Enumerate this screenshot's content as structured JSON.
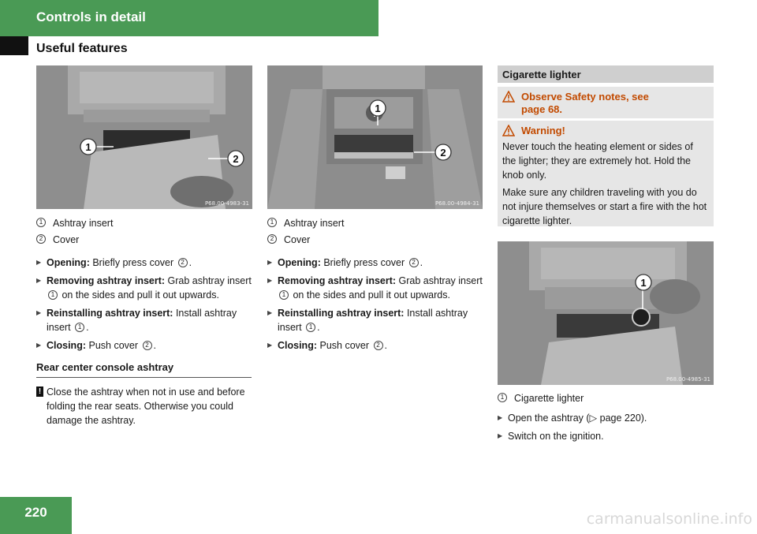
{
  "header": {
    "title": "Controls in detail",
    "section": "Useful features"
  },
  "footer": {
    "page_number": "220",
    "watermark": "carmanualsonline.info"
  },
  "photos": [
    {
      "code": "P68.00-4983-31",
      "callouts": [
        "1",
        "2"
      ]
    },
    {
      "code": "P68.00-4984-31",
      "callouts": [
        "1",
        "2"
      ]
    },
    {
      "code": "P68.00-4985-31",
      "callouts": [
        "1"
      ]
    }
  ],
  "col1": {
    "legend": [
      {
        "num": "1",
        "label": "Ashtray insert"
      },
      {
        "num": "2",
        "label": "Cover"
      }
    ],
    "steps": {
      "open_label": "Opening:",
      "open_text": "Briefly press cover",
      "open_num": "2",
      "remove_label": "Removing ashtray insert:",
      "remove_text_a": "Grab ashtray insert",
      "remove_num": "1",
      "remove_text_b": "on the sides and pull it out upwards.",
      "reinstall_label": "Reinstalling ashtray insert:",
      "reinstall_text": "Install ashtray insert",
      "reinstall_num": "1",
      "close_label": "Closing:",
      "close_text": "Push cover",
      "close_num": "2"
    },
    "subhead": "Rear center console ashtray",
    "notice_icon": "!",
    "notice": "Close the ashtray when not in use and before folding the rear seats. Otherwise you could damage the ashtray."
  },
  "col2": {
    "legend": [
      {
        "num": "1",
        "label": "Ashtray insert"
      },
      {
        "num": "2",
        "label": "Cover"
      }
    ],
    "steps": {
      "open_label": "Opening:",
      "open_text": "Briefly press cover",
      "open_num": "2",
      "remove_label": "Removing ashtray insert:",
      "remove_text_a": "Grab ashtray insert",
      "remove_num": "1",
      "remove_text_b": "on the sides and pull it out upwards.",
      "reinstall_label": "Reinstalling ashtray insert:",
      "reinstall_text": "Install ashtray insert",
      "reinstall_num": "1",
      "close_label": "Closing:",
      "close_text": "Push cover",
      "close_num": "2"
    }
  },
  "col3": {
    "box_head": "Cigarette lighter",
    "safety_line1": "Observe Safety notes, see",
    "safety_line2": "page 68.",
    "warning_title": "Warning!",
    "warning_p1": "Never touch the heating element or sides of the lighter; they are extremely hot. Hold the knob only.",
    "warning_p2": "Make sure any children traveling with you do not injure themselves or start a fire with the hot cigarette lighter.",
    "legend": [
      {
        "num": "1",
        "label": "Cigarette lighter"
      }
    ],
    "step1_a": "Open the ashtray (",
    "step1_arrow": "▷",
    "step1_b": " page 220).",
    "step2": "Switch on the ignition."
  },
  "colors": {
    "header_green": "#4a9a55",
    "warning_orange": "#c24a00",
    "box_gray": "#e6e6e6"
  }
}
